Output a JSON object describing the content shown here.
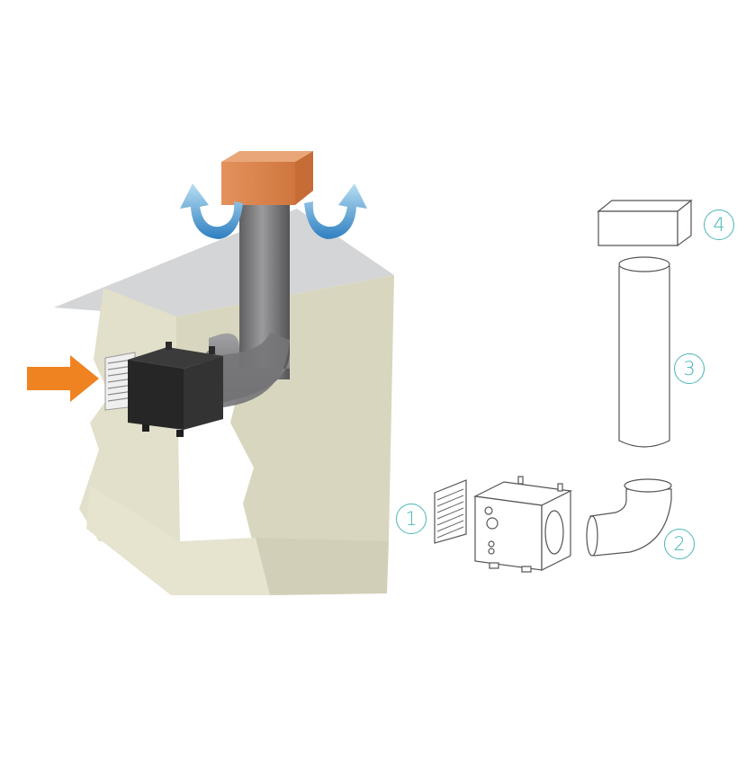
{
  "callouts": [
    {
      "label": "1",
      "part": "grille"
    },
    {
      "label": "2",
      "part": "duct-elbow"
    },
    {
      "label": "3",
      "part": "duct-pipe"
    },
    {
      "label": "4",
      "part": "chimney-cap"
    }
  ],
  "colors": {
    "accent": "#4ab5b8",
    "room": "#e3e0cc",
    "roof": "#d7d8da",
    "unit": "#2b2b2b",
    "duct": "#7c7c7e",
    "cap": "#e0864f",
    "inflow_arrow": "#f08321",
    "outflow_arrow": "#2e7fc1"
  }
}
